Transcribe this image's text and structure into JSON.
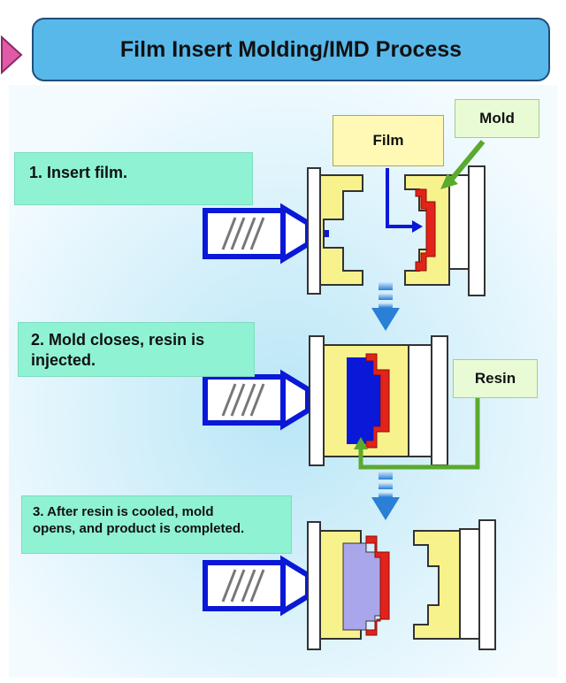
{
  "header": {
    "title": "Film Insert Molding/IMD Process"
  },
  "steps": [
    {
      "text": "1. Insert film."
    },
    {
      "line1": "2. Mold closes, resin is",
      "line2": "injected."
    },
    {
      "line1": "3. After resin is cooled, mold",
      "line2": "opens, and product is completed."
    }
  ],
  "callouts": {
    "film": "Film",
    "mold": "Mold",
    "resin": "Resin"
  },
  "colors": {
    "header_bg": "#58b8ea",
    "step_bg": "#8ff2d3",
    "mold_yellow": "#f8f28c",
    "film_red": "#e2231a",
    "resin_blue": "#0a18d8",
    "product_lavender": "#a9a6ec",
    "arrow_green": "#5aaa2e"
  }
}
